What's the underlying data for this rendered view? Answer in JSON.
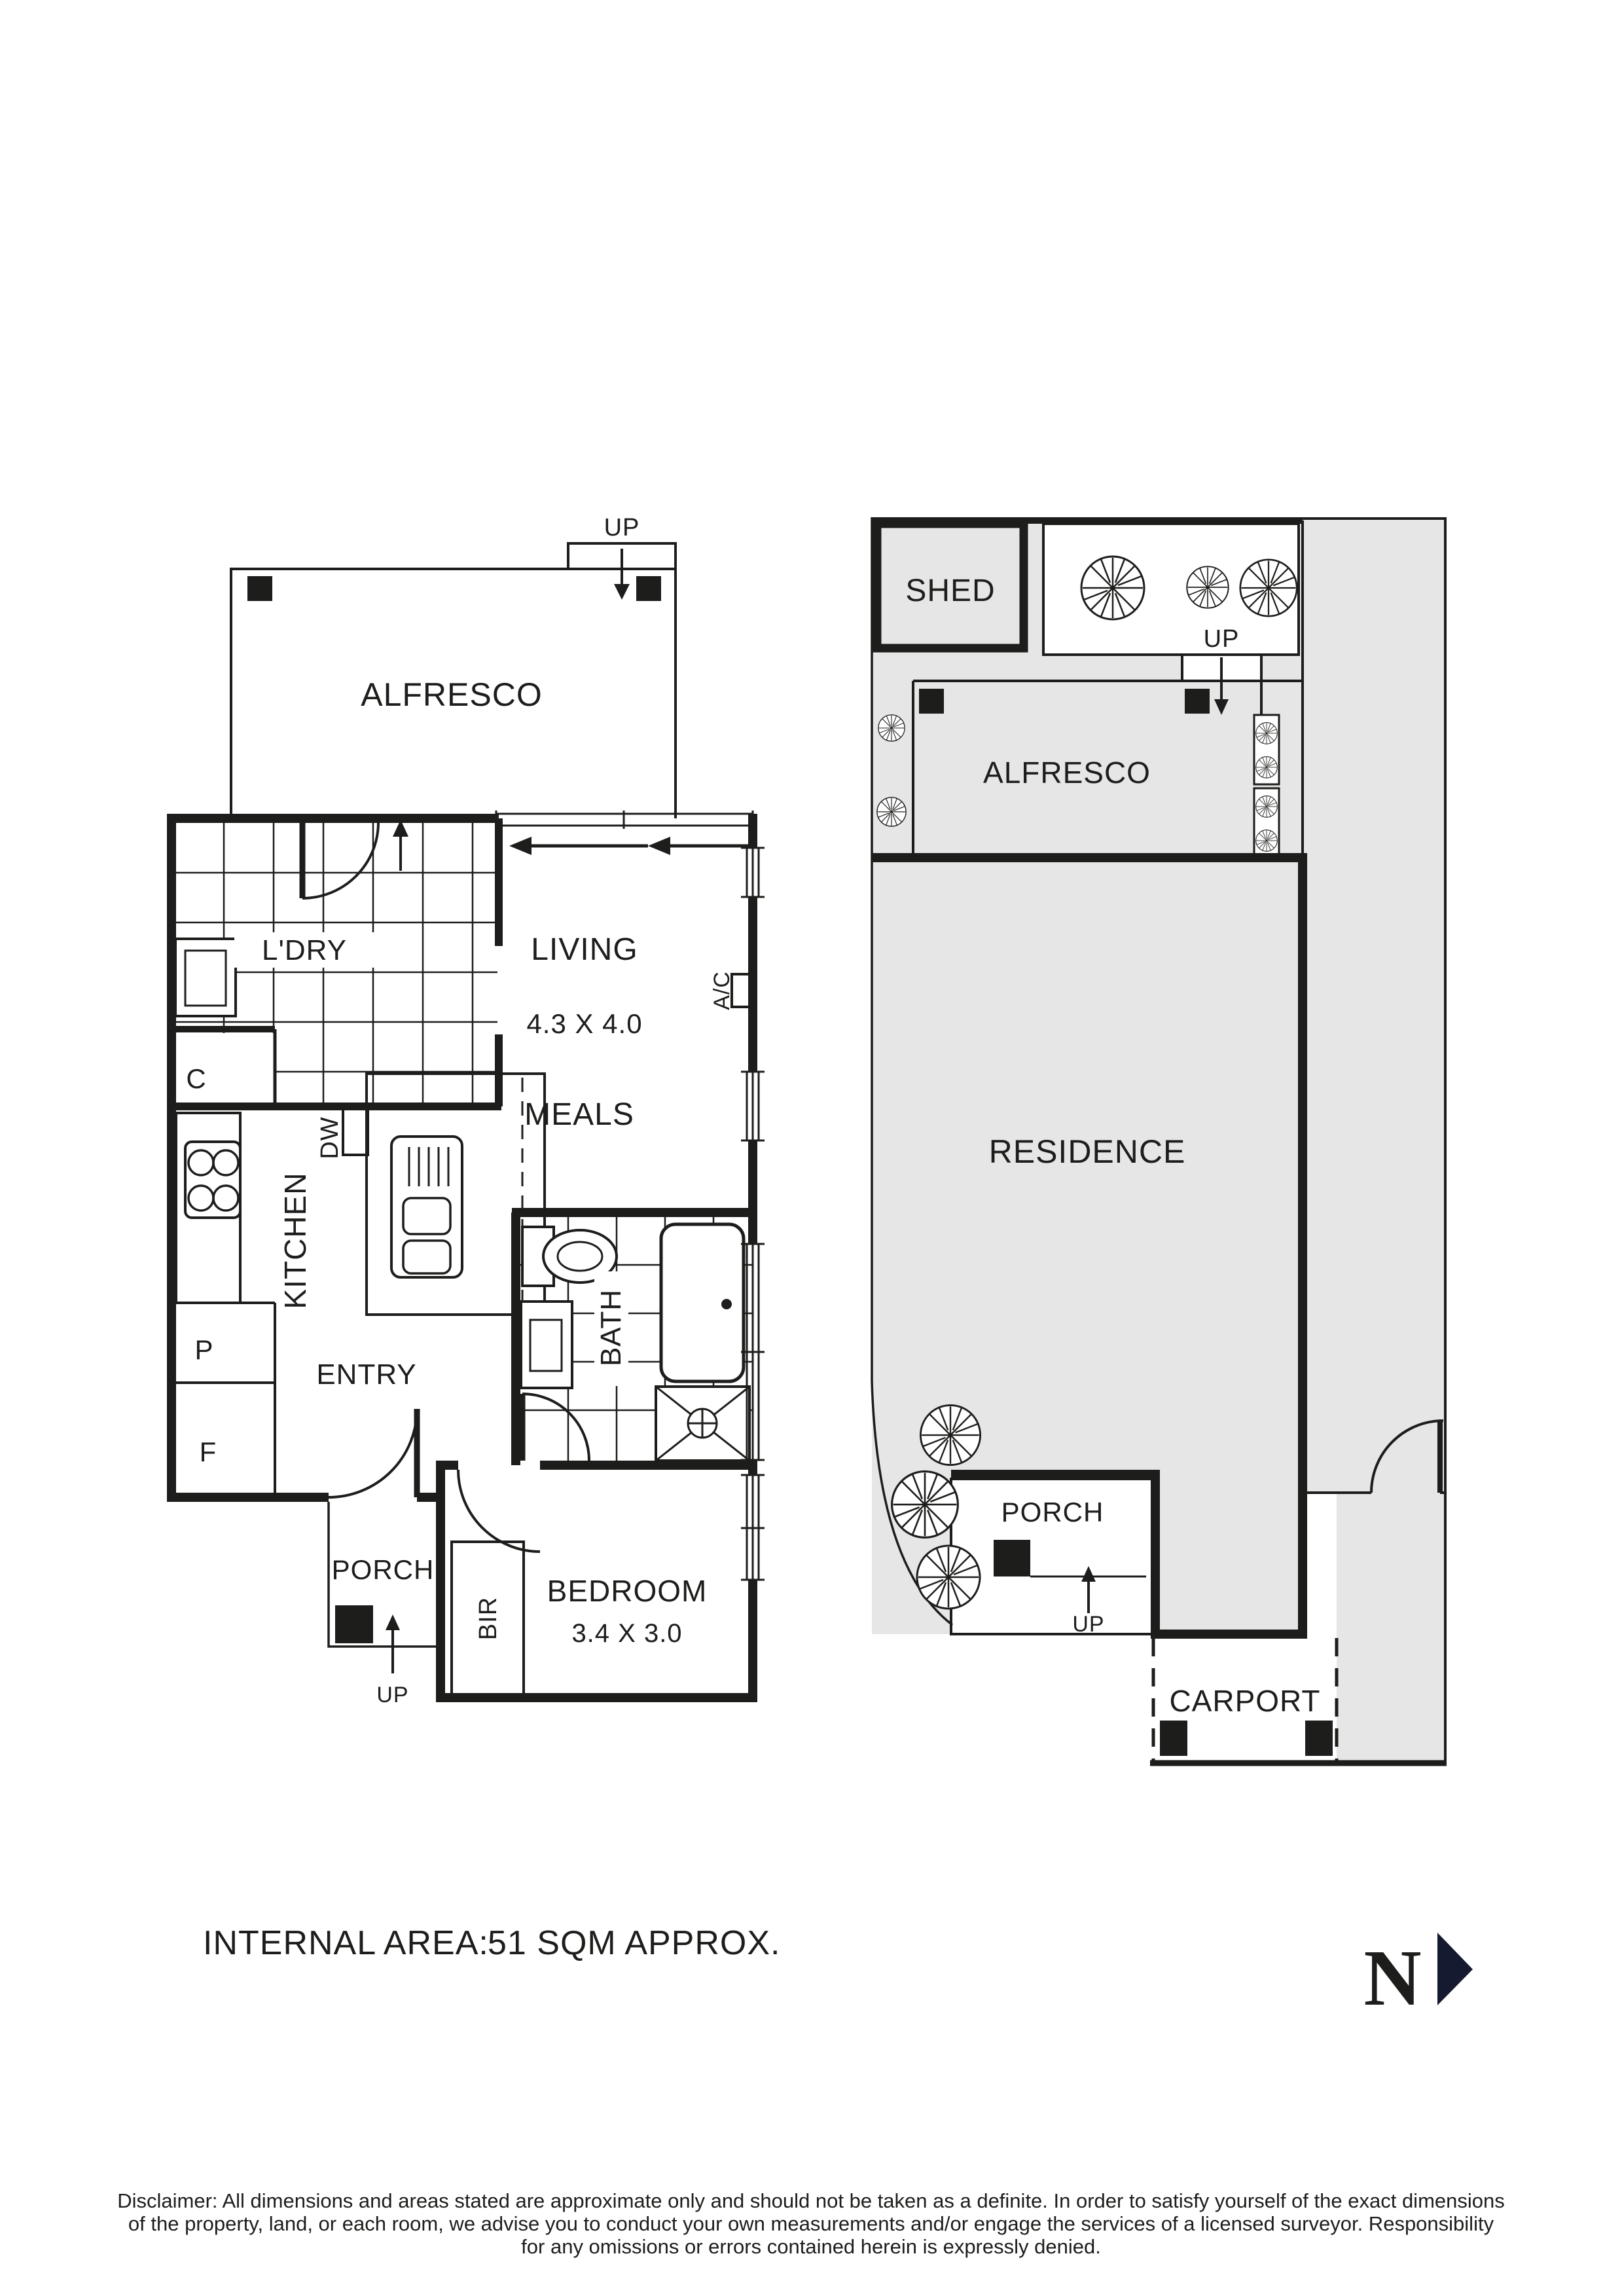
{
  "colors": {
    "ink": "#1d1d1b",
    "site_fill": "#e6e6e6",
    "north": "#151a30"
  },
  "floor_plan": {
    "alfresco": "ALFRESCO",
    "up": "UP",
    "living": "LIVING",
    "living_dims": "4.3 X 4.0",
    "meals": "MEALS",
    "laundry": "L'DRY",
    "cupboard": "C",
    "kitchen": "KITCHEN",
    "dishwasher": "DW",
    "pantry": "P",
    "fridge": "F",
    "entry": "ENTRY",
    "bath": "BATH",
    "ac": "A/C",
    "porch": "PORCH",
    "robe": "BIR",
    "bedroom": "BEDROOM",
    "bedroom_dims": "3.4 X 3.0"
  },
  "site_plan": {
    "shed": "SHED",
    "up": "UP",
    "alfresco": "ALFRESCO",
    "residence": "RESIDENCE",
    "porch": "PORCH",
    "carport": "CARPORT"
  },
  "footer": {
    "internal_area_label": "INTERNAL AREA:",
    "internal_area_value": "51 SQM APPROX.",
    "north_letter": "N",
    "disclaimer_line1": "Disclaimer: All dimensions and areas stated are approximate only and should not be taken as a definite. In order to satisfy yourself of the exact dimensions",
    "disclaimer_line2": "of the property, land, or each room, we advise you to conduct your own measurements and/or engage the services of a licensed surveyor. Responsibility",
    "disclaimer_line3": "for any omissions or errors contained herein is expressly denied."
  }
}
